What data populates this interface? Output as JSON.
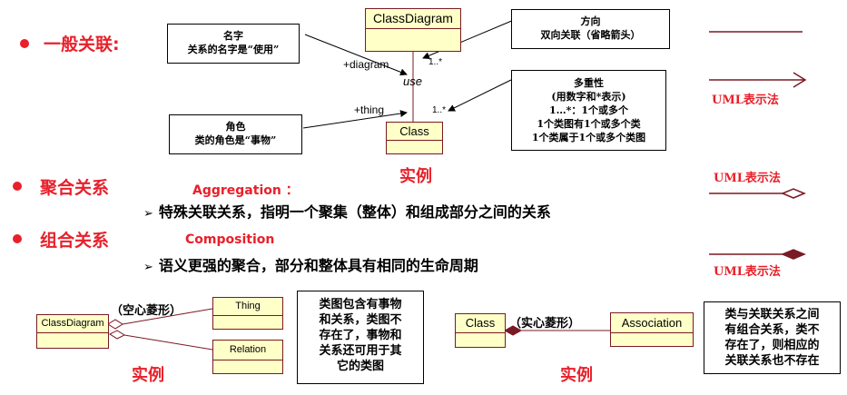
{
  "general": {
    "heading": "一般关联:",
    "name_note": {
      "title": "名字",
      "line": "关系的名字是“使用”"
    },
    "direction_note": {
      "title": "方向",
      "line": "双向关联（省略箭头）"
    },
    "role_note": {
      "title": "角色",
      "line": "类的角色是“事物”"
    },
    "multiplicity_note": {
      "title": "多重性",
      "lines": [
        "(用数字和*表示)",
        "1…*：1个或多个",
        "1个类图有1个或多个类",
        "1个类属于1个或多个类图"
      ]
    },
    "class_top": "ClassDiagram",
    "class_bottom": "Class",
    "role_diagram": "+diagram",
    "role_thing": "+thing",
    "assoc_name": "use",
    "mult_top": "1..*",
    "mult_bottom": "1..*",
    "example": "实例",
    "uml_label": "UML表示法"
  },
  "aggregation": {
    "heading": "聚合关系",
    "english": "Aggregation ：",
    "desc": "特殊关联关系，指明一个聚集（整体）和组成部分之间的关系",
    "uml_label": "UML表示法"
  },
  "composition": {
    "heading": "组合关系",
    "english": "Composition",
    "desc": "语义更强的聚合，部分和整体具有相同的生命周期",
    "uml_label": "UML表示法"
  },
  "agg_example": {
    "whole": "ClassDiagram",
    "part1": "Thing",
    "part2": "Relation",
    "diamond_label": "（空心菱形）",
    "note_lines": [
      "类图包含有事物",
      "和关系，类图不",
      "存在了，事物和",
      "关系还可用于其",
      "它的类图"
    ],
    "example": "实例"
  },
  "comp_example": {
    "whole": "Class",
    "part": "Association",
    "diamond_label": "（实心菱形）",
    "note_lines": [
      "类与关联关系之间",
      "有组合关系，类不",
      "存在了，则相应的",
      "关联关系也不存在"
    ],
    "example": "实例"
  },
  "bullet_symbol": "➢",
  "colors": {
    "accent": "#e8202a",
    "line": "#7a1a24",
    "class_fill": "#ffffc8"
  }
}
